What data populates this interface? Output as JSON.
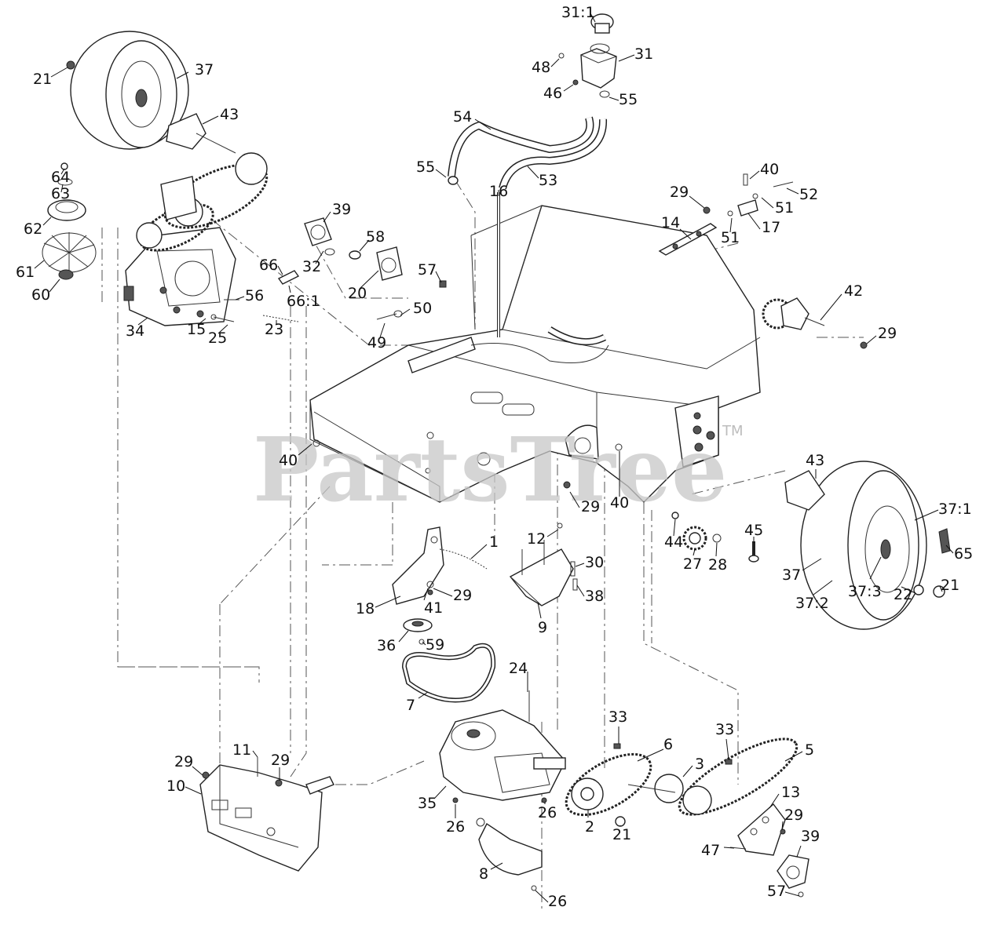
{
  "watermark": {
    "text": "PartsTree",
    "trademark": "TM"
  },
  "callouts": [
    "1",
    "2",
    "3",
    "5",
    "6",
    "7",
    "8",
    "9",
    "10",
    "11",
    "12",
    "13",
    "14",
    "15",
    "16",
    "17",
    "18",
    "20",
    "21",
    "22",
    "23",
    "24",
    "25",
    "26",
    "27",
    "28",
    "29",
    "30",
    "31",
    "31:1",
    "32",
    "33",
    "34",
    "35",
    "36",
    "37",
    "37:1",
    "37:2",
    "37:3",
    "38",
    "39",
    "40",
    "41",
    "42",
    "43",
    "44",
    "45",
    "46",
    "47",
    "48",
    "49",
    "50",
    "51",
    "52",
    "53",
    "54",
    "55",
    "56",
    "57",
    "58",
    "59",
    "60",
    "61",
    "62",
    "63",
    "64",
    "65",
    "66",
    "66:1"
  ]
}
